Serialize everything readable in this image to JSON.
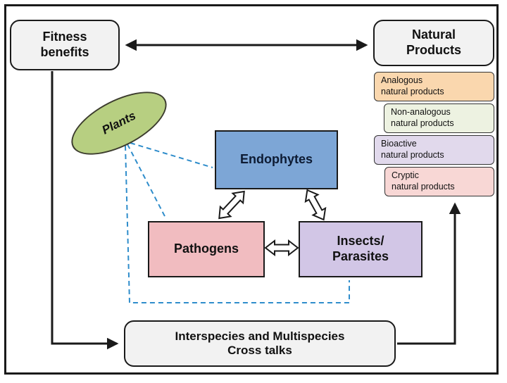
{
  "diagram": {
    "nodes": {
      "fitness_benefits": {
        "line1": "Fitness",
        "line2": "benefits"
      },
      "natural_products": {
        "line1": "Natural",
        "line2": "Products"
      },
      "plants": {
        "label": "Plants"
      },
      "endophytes": {
        "label": "Endophytes"
      },
      "pathogens": {
        "label": "Pathogens"
      },
      "insects_parasites": {
        "line1": "Insects/",
        "line2": "Parasites"
      },
      "cross_talks": {
        "line1": "Interspecies and Multispecies",
        "line2": "Cross talks"
      }
    },
    "product_types": [
      {
        "line1": "Analogous",
        "line2": "natural products",
        "color": "#fad7ae"
      },
      {
        "line1": "Non-analogous",
        "line2": "natural products",
        "color": "#edf2e1"
      },
      {
        "line1": "Bioactive",
        "line2": "natural products",
        "color": "#e1d9ec"
      },
      {
        "line1": "Cryptic",
        "line2": "natural products",
        "color": "#f8d7d5"
      }
    ],
    "colors": {
      "frame_border": "#1a1a1a",
      "gray_box_fill": "#f2f2f2",
      "endophytes_fill": "#7da6d6",
      "pathogens_fill": "#f1bcc0",
      "insects_fill": "#d2c6e6",
      "plants_fill": "#b7cf81",
      "dashed_link": "#2f8dcb",
      "arrow_black": "#1a1a1a"
    }
  }
}
